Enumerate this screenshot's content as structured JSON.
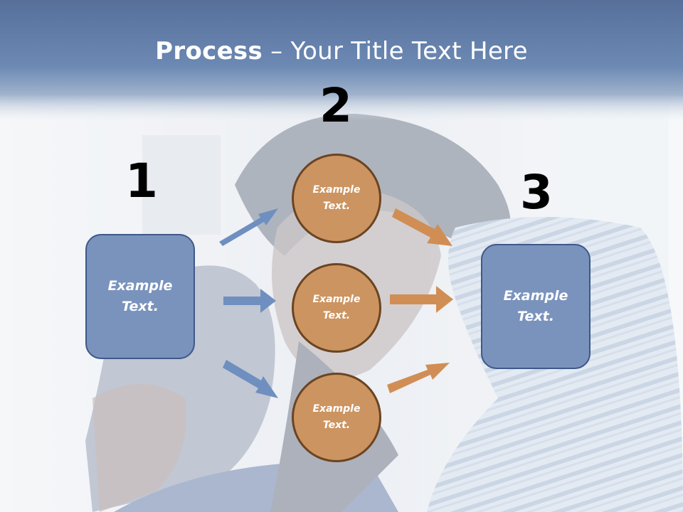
{
  "slide": {
    "title_bold": "Process",
    "title_rest": " – Your Title Text Here"
  },
  "steps": [
    {
      "number": "1",
      "label": "Example\nText."
    },
    {
      "number": "2",
      "items": [
        "Example\nText.",
        "Example\nText.",
        "Example\nText."
      ]
    },
    {
      "number": "3",
      "label": "Example\nText."
    }
  ],
  "colors": {
    "header": "#6683ad",
    "box_fill": "#7a93bd",
    "circle_fill": "#cc9461",
    "blue_arrow": "#6f8fc0",
    "orange_arrow": "#d08e55"
  }
}
